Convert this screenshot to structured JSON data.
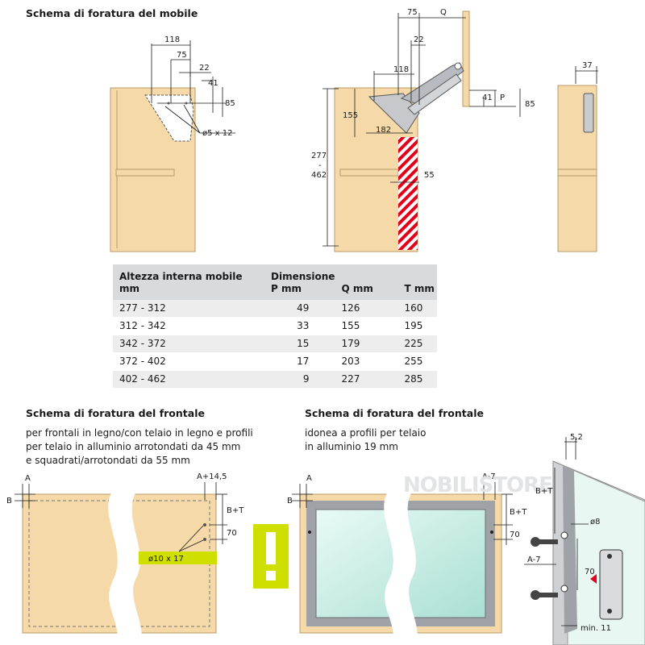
{
  "titles": {
    "mobile": "Schema di foratura del mobile",
    "frontale_1": "Schema di foratura del frontale",
    "frontale_2": "Schema di foratura del frontale"
  },
  "paragraphs": {
    "frontale_1": [
      "per frontali in legno/con telaio in legno e profili",
      "per telaio in alluminio arrotondati da 45 mm",
      "e squadrati/arrotondati da 55 mm"
    ],
    "frontale_2": [
      "idonea a profili per telaio",
      "in alluminio 19 mm"
    ]
  },
  "dims": {
    "d118": "118",
    "d75": "75",
    "d22": "22",
    "d41": "41",
    "d85": "85",
    "hole": "ø5 x 12",
    "q": "Q",
    "p": "P",
    "d155": "155",
    "d182": "182",
    "d277": "277",
    "dash": "-",
    "d462": "462",
    "d55": "55",
    "d37": "37",
    "a": "A",
    "b": "B",
    "a145": "A+14,5",
    "bt": "B+T",
    "d70": "70",
    "hole10": "ø10 x 17",
    "a7": "A-7",
    "d52": "5,2",
    "d8": "ø8",
    "min11": "min. 11"
  },
  "watermark": "NOBILISTORE.it",
  "table": {
    "header_col1": [
      "Altezza interna mobile",
      "mm"
    ],
    "header_group": "Dimensione",
    "header_p": "P mm",
    "header_q": "Q mm",
    "header_t": "T mm",
    "rows": [
      {
        "range": "277 - 312",
        "p": "49",
        "q": "126",
        "t": "160"
      },
      {
        "range": "312 - 342",
        "p": "33",
        "q": "155",
        "t": "195"
      },
      {
        "range": "342 - 372",
        "p": "15",
        "q": "179",
        "t": "225"
      },
      {
        "range": "372 - 402",
        "p": "17",
        "q": "203",
        "t": "255"
      },
      {
        "range": "402 - 462",
        "p": "9",
        "q": "227",
        "t": "285"
      }
    ]
  },
  "colors": {
    "wood": "#f6d9a8",
    "wood_edge": "#b89a66",
    "highlight": "#cfe000",
    "red": "#e3001b",
    "glass": "#cdeee6",
    "frame": "#9fa3a8"
  }
}
